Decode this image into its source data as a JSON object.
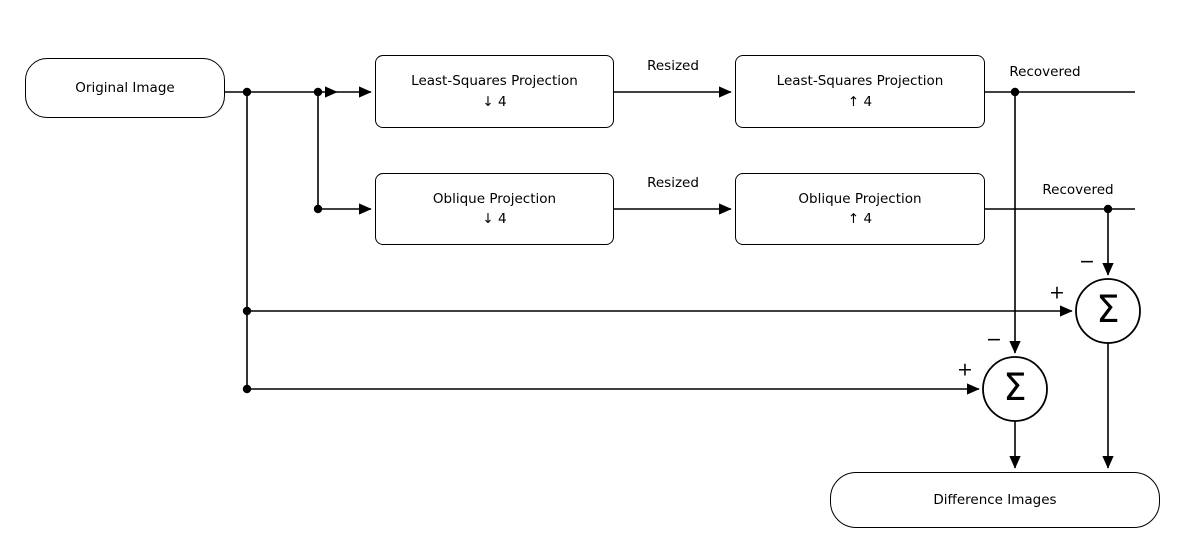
{
  "diagram": {
    "nodes": {
      "original": {
        "label": "Original Image"
      },
      "ls_down": {
        "line1": "Least-Squares Projection",
        "line2": "↓ 4"
      },
      "obl_down": {
        "line1": "Oblique Projection",
        "line2": "↓ 4"
      },
      "ls_up": {
        "line1": "Least-Squares Projection",
        "line2": "↑ 4"
      },
      "obl_up": {
        "line1": "Oblique Projection",
        "line2": "↑ 4"
      },
      "difference": {
        "label": "Difference Images"
      }
    },
    "edge_labels": {
      "resized_top": "Resized",
      "resized_bottom": "Resized",
      "recovered_top": "Recovered",
      "recovered_bottom": "Recovered"
    },
    "operators": {
      "sum_top": {
        "symbol": "Σ",
        "plus": "+",
        "minus": "−"
      },
      "sum_bottom": {
        "symbol": "Σ",
        "plus": "+",
        "minus": "−"
      }
    },
    "colors": {
      "stroke": "#000000",
      "background": "#ffffff"
    }
  }
}
